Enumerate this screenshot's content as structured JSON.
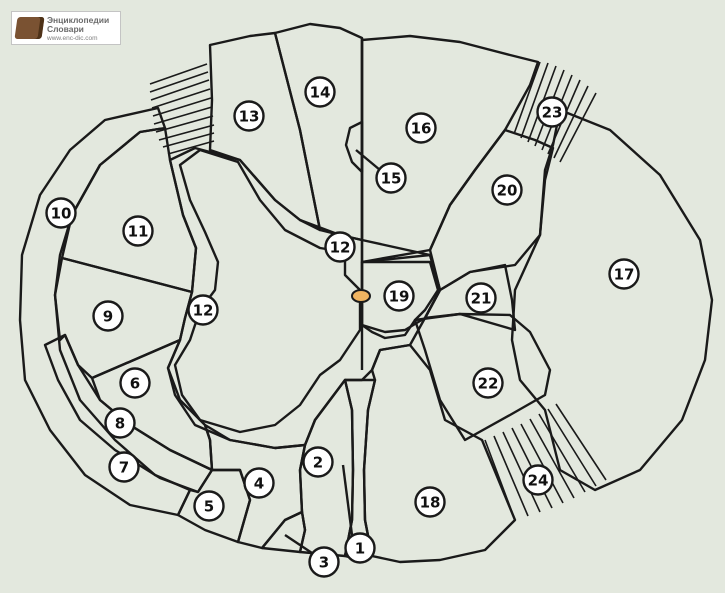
{
  "logo": {
    "line1": "Энциклопедии",
    "line2": "Словари",
    "url": "www.enc-dic.com"
  },
  "colors": {
    "background": "#e3e8de",
    "tan": "#efb461",
    "blue": "#1e8fd2",
    "red": "#ea1c12",
    "brown": "#8b3a30",
    "green": "#8ae033",
    "gray": "#bcbcb4",
    "yellow": "#efb016"
  },
  "labels": [
    "1",
    "2",
    "3",
    "4",
    "5",
    "6",
    "7",
    "8",
    "9",
    "10",
    "11",
    "12",
    "13",
    "14",
    "15",
    "16",
    "17",
    "18",
    "19",
    "20",
    "21",
    "22",
    "23",
    "24"
  ]
}
